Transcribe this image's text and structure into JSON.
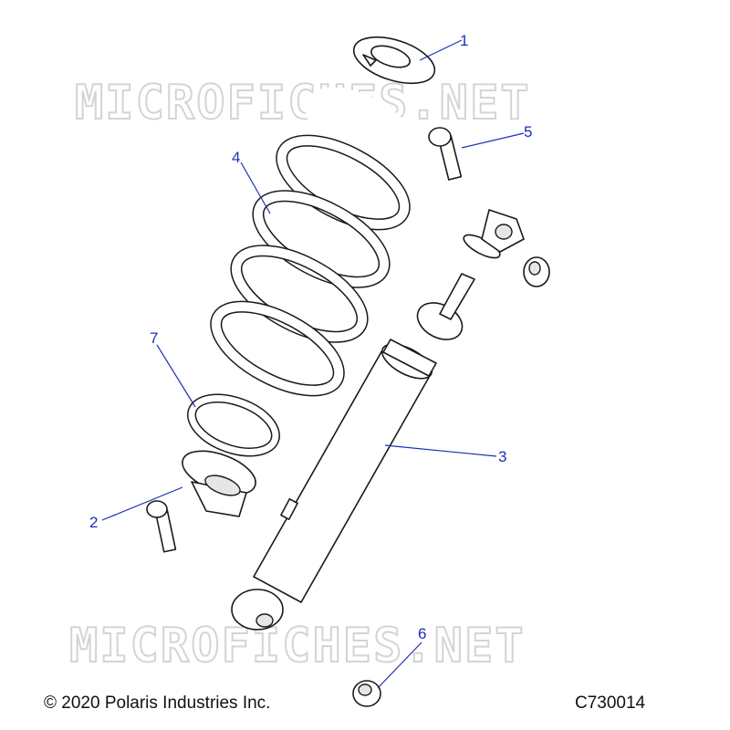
{
  "watermark": "MICROFICHES.NET",
  "callouts": {
    "c1": "1",
    "c2": "2",
    "c3": "3",
    "c4": "4",
    "c5": "5",
    "c6": "6",
    "c7": "7"
  },
  "footer": {
    "copyright": "© 2020 Polaris Industries Inc.",
    "drawing_number": "C730014"
  },
  "colors": {
    "callout": "#1b2fb5",
    "line": "#1a1a1a",
    "watermark": "#d4d4d4"
  }
}
